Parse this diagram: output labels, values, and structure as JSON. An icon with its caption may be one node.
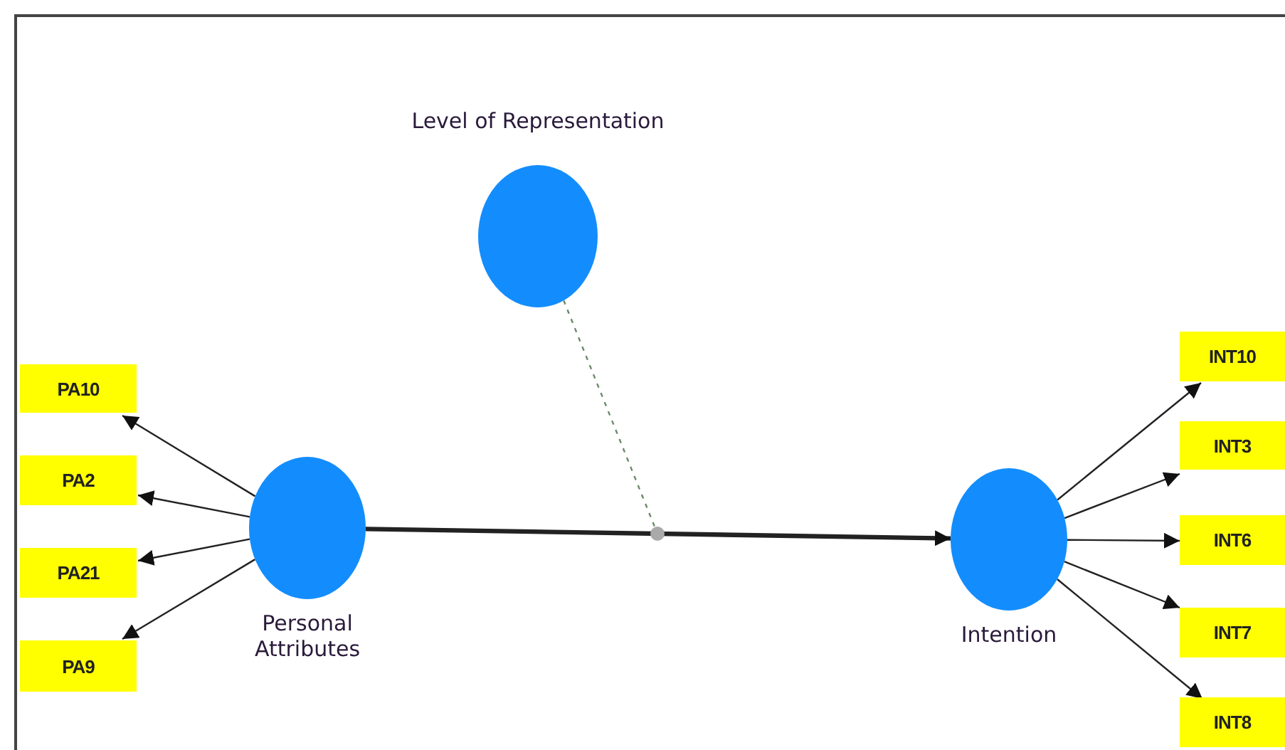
{
  "diagram": {
    "nodes": [
      {
        "text": [
          "Level of Representation"
        ]
      },
      {
        "text": [
          "PA10"
        ]
      },
      {
        "text": [
          "PA2"
        ]
      },
      {
        "text": [
          "PA21"
        ]
      },
      {
        "text": [
          "PA9"
        ]
      },
      {
        "text": [
          "Personal Attributes"
        ]
      },
      {
        "text": [
          "Intention"
        ]
      },
      {
        "text": [
          "INT10"
        ]
      },
      {
        "text": [
          "INT3"
        ]
      },
      {
        "text": [
          "INT6"
        ]
      },
      {
        "text": [
          "INT7"
        ]
      },
      {
        "text": [
          "INT8"
        ]
      }
    ],
    "edges": [
      {
        "from": 5,
        "to": 1,
        "arrow": "to"
      },
      {
        "from": 5,
        "to": 2,
        "arrow": "to"
      },
      {
        "from": 5,
        "to": 3,
        "arrow": "to"
      },
      {
        "from": 5,
        "to": 4,
        "arrow": "to"
      },
      {
        "from": 5,
        "to": 6,
        "arrow": "to",
        "style": "thick"
      },
      {
        "from": 0,
        "to": null,
        "arrow": "other",
        "style": "dashed",
        "color": "#6b8a6b"
      },
      {
        "from": 6,
        "to": 7,
        "arrow": "to"
      },
      {
        "from": 6,
        "to": 8,
        "arrow": "to"
      },
      {
        "from": 6,
        "to": 9,
        "arrow": "to"
      },
      {
        "from": 6,
        "to": 10,
        "arrow": "to"
      },
      {
        "from": 6,
        "to": 11,
        "arrow": "to"
      }
    ]
  }
}
